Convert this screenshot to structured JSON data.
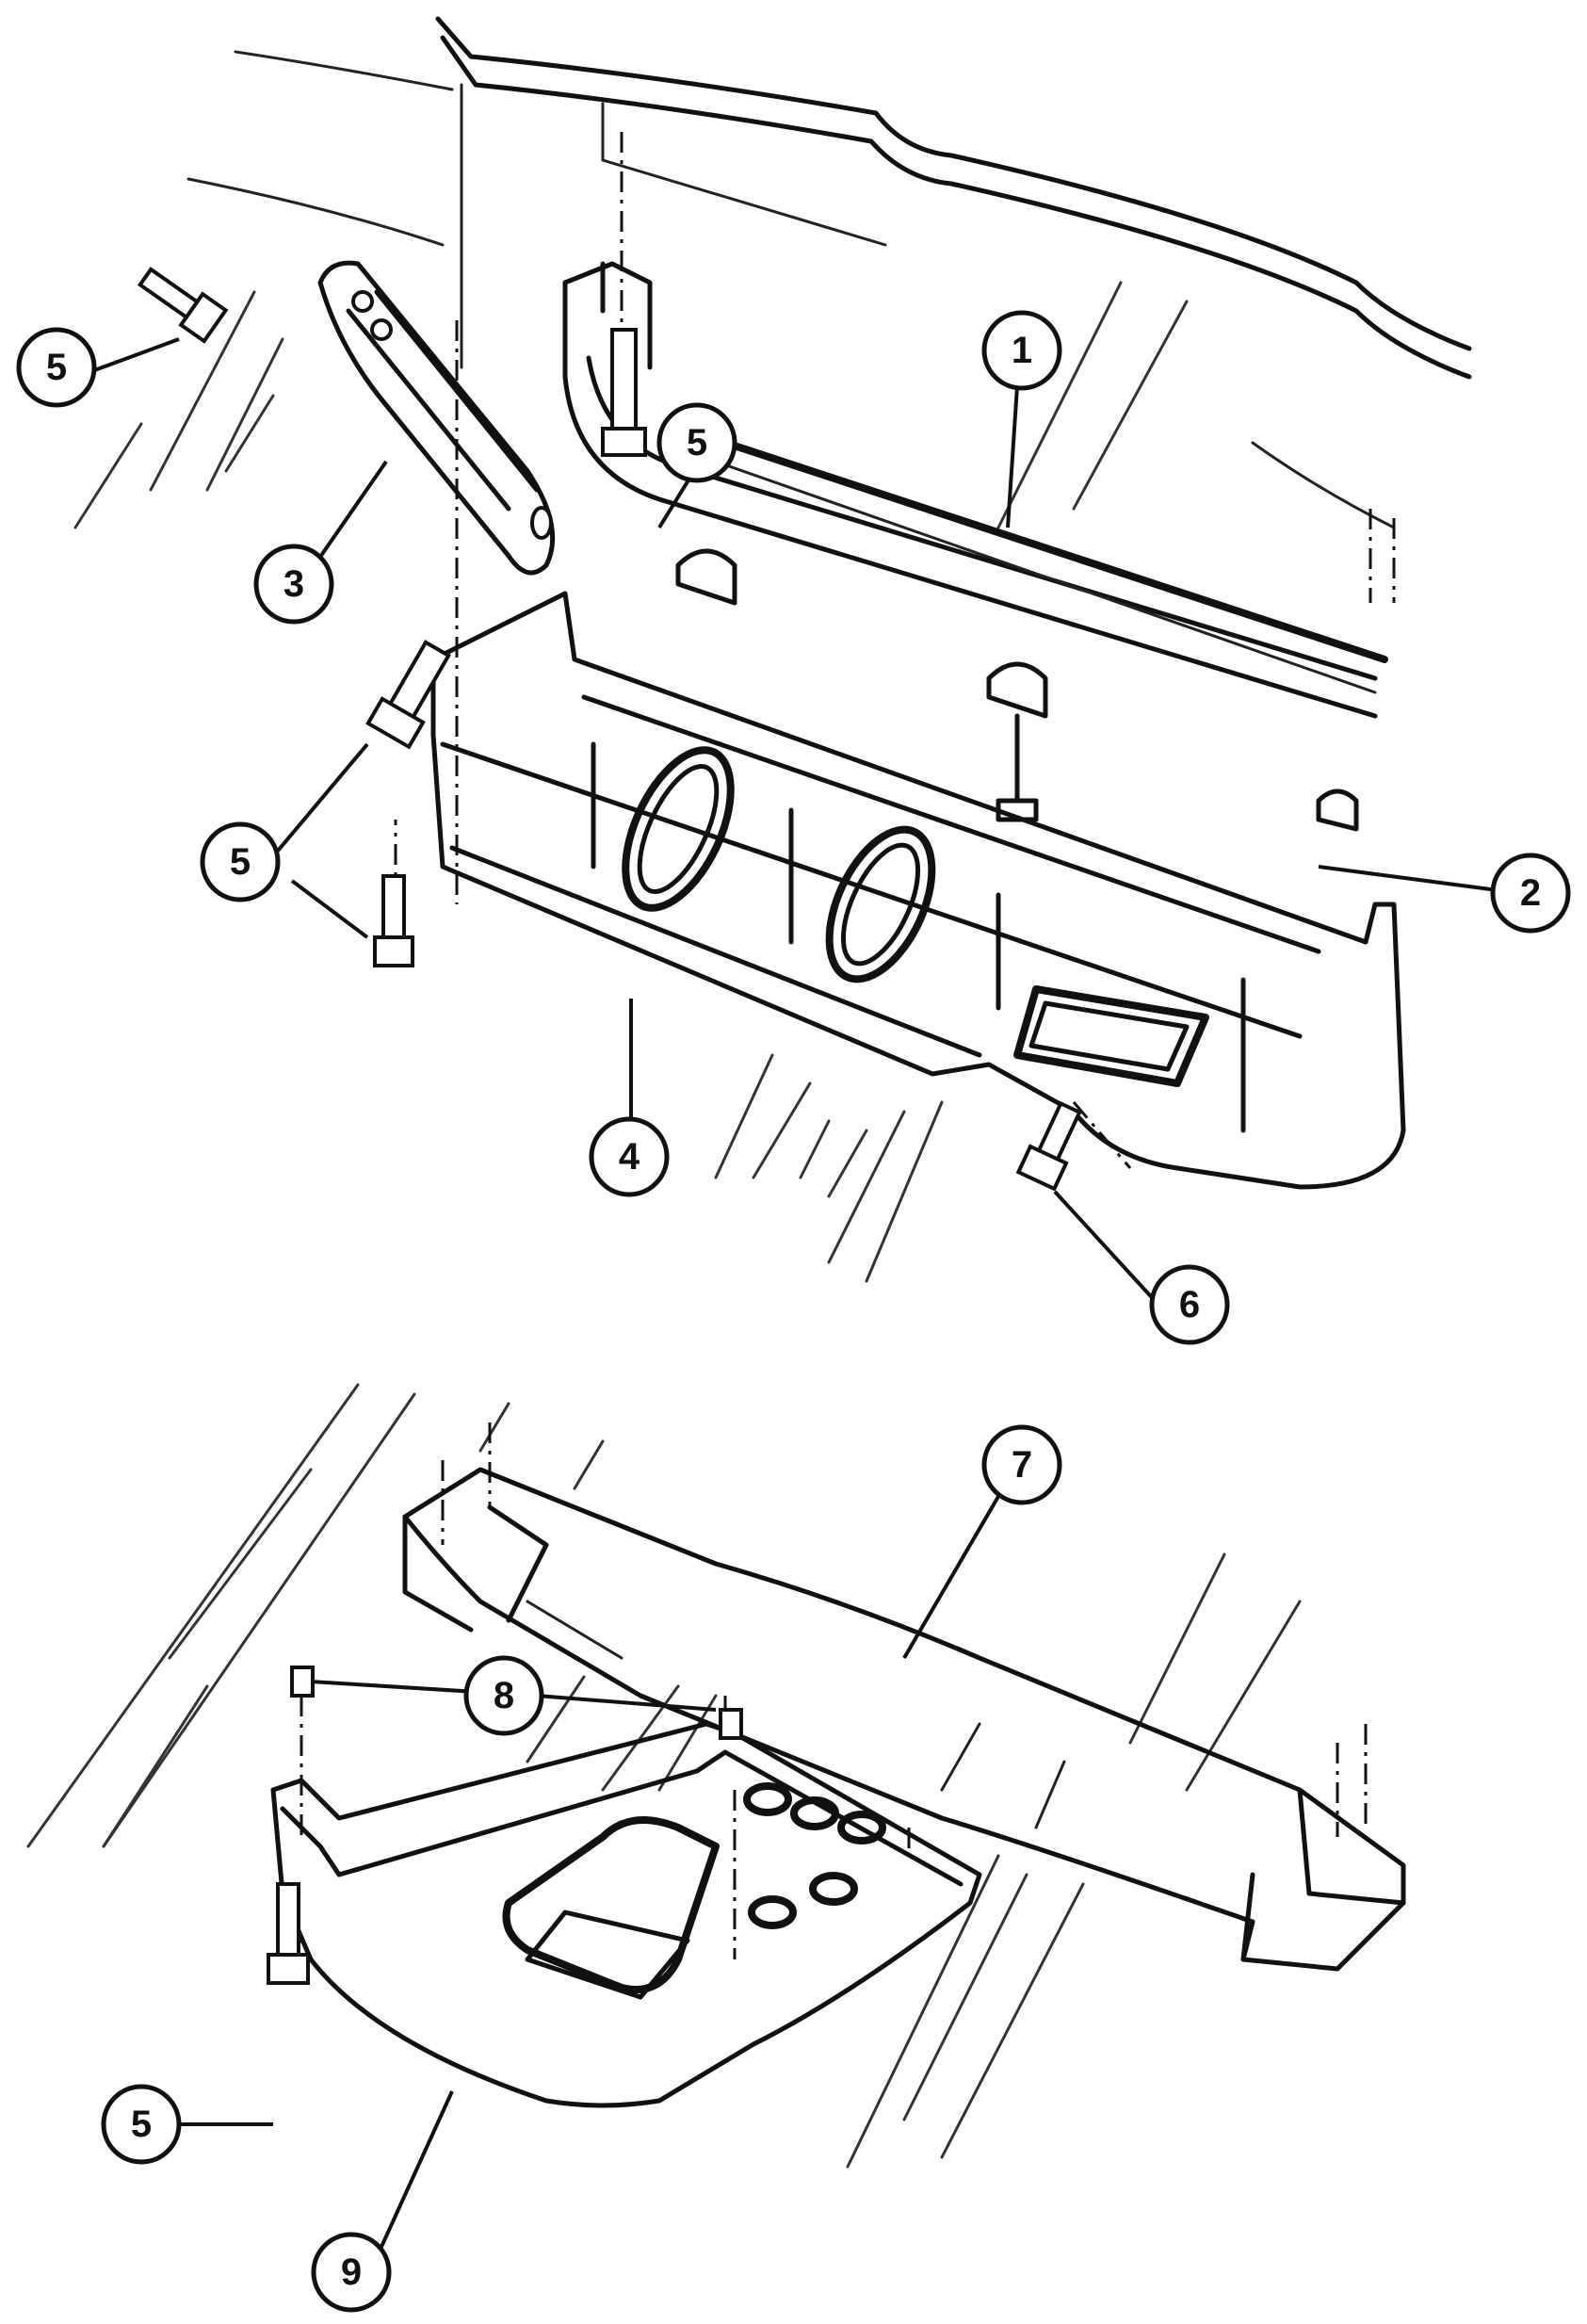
{
  "callouts": [
    {
      "id": "c1",
      "label": "1"
    },
    {
      "id": "c2",
      "label": "2"
    },
    {
      "id": "c3",
      "label": "3"
    },
    {
      "id": "c4",
      "label": "4"
    },
    {
      "id": "c5a",
      "label": "5"
    },
    {
      "id": "c5b",
      "label": "5"
    },
    {
      "id": "c5c",
      "label": "5"
    },
    {
      "id": "c5d",
      "label": "5"
    },
    {
      "id": "c6",
      "label": "6"
    },
    {
      "id": "c7",
      "label": "7"
    },
    {
      "id": "c8",
      "label": "8"
    },
    {
      "id": "c9",
      "label": "9"
    }
  ],
  "colors": {
    "ink": "#111111",
    "paper": "#ffffff"
  }
}
